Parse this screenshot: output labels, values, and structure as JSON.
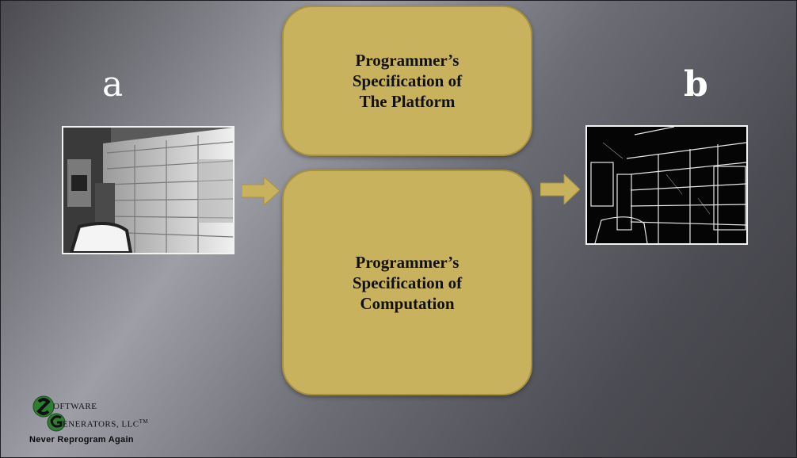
{
  "labels": {
    "a": "a",
    "b": "b"
  },
  "boxes": {
    "platform": {
      "lines": [
        "Programmer’s",
        "Specification of",
        "The Platform"
      ]
    },
    "computation": {
      "lines": [
        "Programmer’s",
        "Specification of",
        "Computation"
      ]
    }
  },
  "logo": {
    "line1": "OFTWARE",
    "line2": "ENERATORS, LLC",
    "trademark": "TM",
    "tagline": "Never Reprogram Again"
  },
  "colors": {
    "box_fill": "#c9b25e",
    "arrow_fill": "#c9b25e",
    "text_light": "#ffffff"
  },
  "images": {
    "input": "grayscale photo of brick wall and chair",
    "output": "edge-detected version of the photo"
  }
}
